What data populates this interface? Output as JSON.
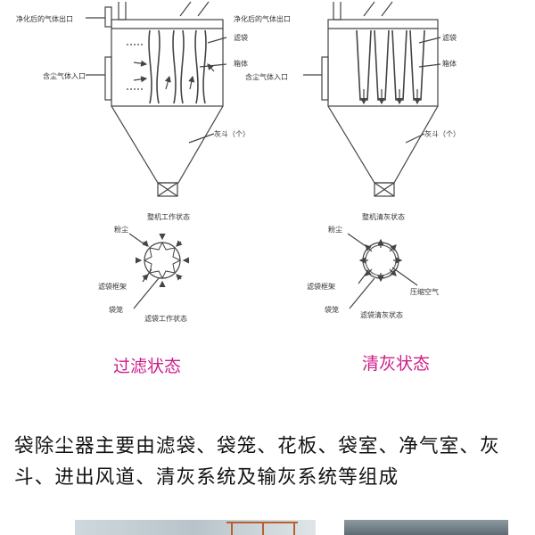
{
  "labels": {
    "outlet_left": "净化后的气体出口",
    "outlet_right": "净化后的气体出口",
    "inlet_left": "含尘气体入口",
    "inlet_right": "含尘气体入口",
    "bag_left": "滤袋",
    "bag_right": "滤袋",
    "box_left": "箱体",
    "box_right": "箱体",
    "hopper_left": "灰斗（个）",
    "hopper_right": "灰斗（个）",
    "dust_left": "粉尘",
    "dust_right": "粉尘",
    "state_small_left": "整机工作状态",
    "state_small_right": "整机清灰状态",
    "cage_frame_left": "滤袋框架",
    "cage_frame_right": "滤袋框架",
    "bag_small_left": "袋笼",
    "bag_small_right": "袋笼",
    "bag_state_left": "滤袋工作状态",
    "bag_state_right": "滤袋清灰状态",
    "compressed_air": "压缩空气"
  },
  "titles": {
    "filter_state": "过滤状态",
    "clean_state": "清灰状态"
  },
  "description": "袋除尘器主要由滤袋、袋笼、花板、袋室、净气室、灰斗、进出风道、清灰系统及输灰系统等组成",
  "colors": {
    "title": "#cc1f8a",
    "line": "#444444",
    "frame": "#b9602e"
  }
}
